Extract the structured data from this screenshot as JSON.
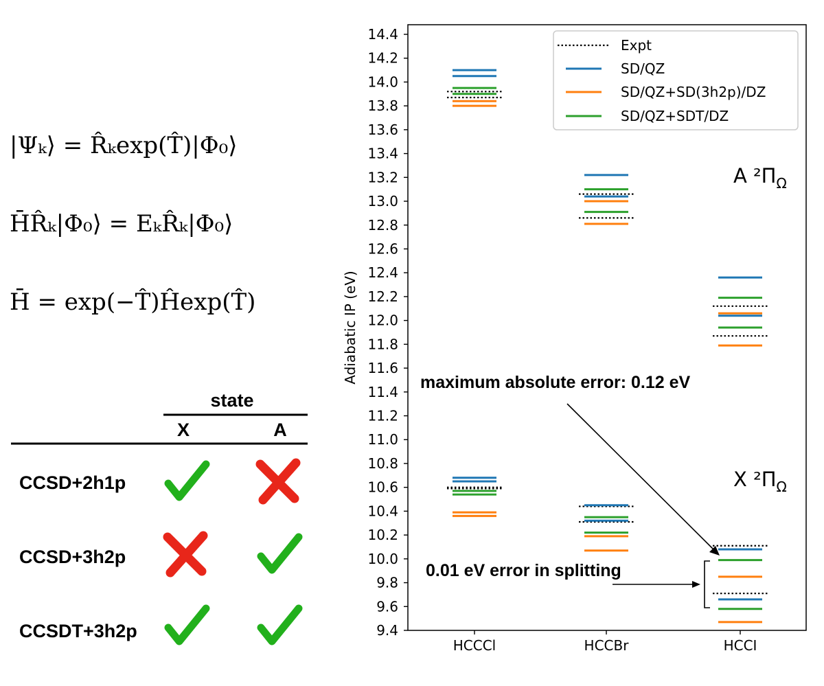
{
  "equations": [
    "|Ψₖ⟩ = R̂ₖexp(T̂)|Φ₀⟩",
    "H̄R̂ₖ|Φ₀⟩ = EₖR̂ₖ|Φ₀⟩",
    "H̄ = exp(−T̂)Ĥexp(T̂)"
  ],
  "table": {
    "group_header": "state",
    "columns": [
      "X",
      "A"
    ],
    "rows": [
      {
        "label": "CCSD+2h1p",
        "X": "check",
        "A": "cross"
      },
      {
        "label": "CCSD+3h2p",
        "X": "cross",
        "A": "check"
      },
      {
        "label": "CCSDT+3h2p",
        "X": "check",
        "A": "check"
      }
    ],
    "check_color": "#22b01c",
    "cross_color": "#e8261a"
  },
  "chart_data": {
    "type": "scatter",
    "ylabel": "Adiabatic IP (eV)",
    "ylim": [
      9.4,
      14.45
    ],
    "yticks": [
      "9.4",
      "9.6",
      "9.8",
      "10.0",
      "10.2",
      "10.4",
      "10.6",
      "10.8",
      "11.0",
      "11.2",
      "11.4",
      "11.6",
      "11.8",
      "12.0",
      "12.2",
      "12.4",
      "12.6",
      "12.8",
      "13.0",
      "13.2",
      "13.4",
      "13.6",
      "13.8",
      "14.0",
      "14.2",
      "14.4"
    ],
    "categories": [
      "HCCCl",
      "HCCBr",
      "HCCI"
    ],
    "legend_position": "top-right",
    "series": [
      {
        "name": "Expt",
        "color": "#000000",
        "style": "dotted",
        "values": [
          [
            10.59,
            10.6,
            13.87,
            13.92
          ],
          [
            10.31,
            10.44,
            12.86,
            13.06
          ],
          [
            9.71,
            10.11,
            11.87,
            12.12
          ]
        ]
      },
      {
        "name": "SD/QZ",
        "color": "#1f77b4",
        "style": "solid",
        "values": [
          [
            10.65,
            10.68,
            14.05,
            14.1
          ],
          [
            10.32,
            10.45,
            13.04,
            13.22
          ],
          [
            9.66,
            10.08,
            12.04,
            12.36
          ]
        ]
      },
      {
        "name": "SD/QZ+SD(3h2p)/DZ",
        "color": "#ff7f0e",
        "style": "solid",
        "values": [
          [
            10.36,
            10.39,
            13.8,
            13.84
          ],
          [
            10.07,
            10.19,
            12.81,
            13.0
          ],
          [
            9.47,
            9.85,
            11.79,
            12.06
          ]
        ]
      },
      {
        "name": "SD/QZ+SDT/DZ",
        "color": "#2ca02c",
        "style": "solid",
        "values": [
          [
            10.54,
            10.57,
            13.9,
            13.95
          ],
          [
            10.22,
            10.35,
            12.91,
            13.1
          ],
          [
            9.58,
            9.99,
            11.94,
            12.19
          ]
        ]
      }
    ],
    "state_labels": [
      {
        "text": "A ²Π",
        "subscript": "Ω"
      },
      {
        "text": "X ²Π",
        "subscript": "Ω"
      }
    ],
    "annotations": [
      "maximum absolute error: 0.12 eV",
      "0.01 eV error in splitting"
    ]
  }
}
